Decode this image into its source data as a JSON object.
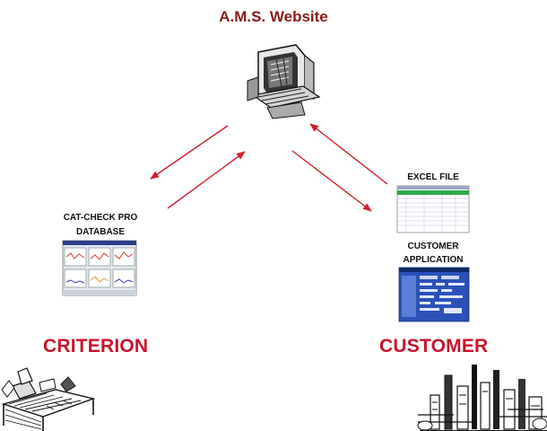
{
  "title": "A.M.S. Website",
  "nodes": {
    "criterion": {
      "caption_line1": "CAT-CHECK PRO",
      "caption_line2": "DATABASE",
      "label": "CRITERION"
    },
    "customer": {
      "excel_label": "EXCEL FILE",
      "app_line1": "CUSTOMER",
      "app_line2": "APPLICATION",
      "label": "CUSTOMER"
    }
  },
  "colors": {
    "title": "#8b1a1a",
    "label": "#c8142b",
    "arrow": "#d0202c"
  },
  "icons": [
    "computer-terminal-icon",
    "criterion-office-sketch-icon",
    "customer-refinery-sketch-icon"
  ]
}
